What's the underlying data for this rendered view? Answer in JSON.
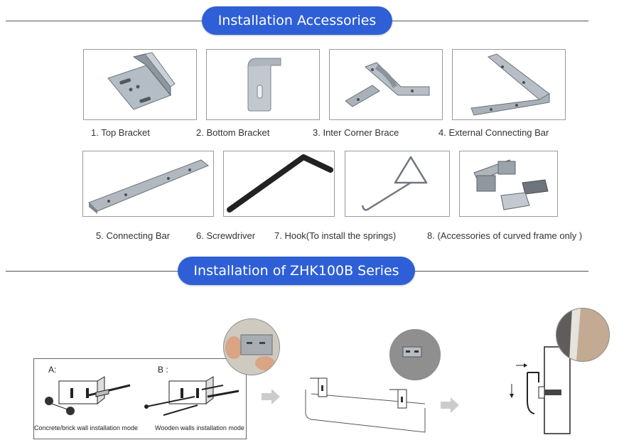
{
  "headers": {
    "accessories": "Installation Accessories",
    "installation": "Installation of ZHK100B Series"
  },
  "accessories": [
    {
      "caption": "1. Top Bracket",
      "icon": "top-bracket"
    },
    {
      "caption": "2. Bottom Bracket",
      "icon": "bottom-bracket"
    },
    {
      "caption": "3. Inter Corner Brace",
      "icon": "inter-corner-brace"
    },
    {
      "caption": "4. External Connecting Bar",
      "icon": "external-connecting-bar"
    },
    {
      "caption": "5. Connecting Bar",
      "icon": "connecting-bar"
    },
    {
      "caption": "6. Screwdriver",
      "icon": "screwdriver"
    },
    {
      "caption": "7. Hook(To install the springs)",
      "icon": "hook"
    },
    {
      "caption": "8. (Accessories of curved frame only )",
      "icon": "curved-frame-accessories"
    }
  ],
  "installation": {
    "mode_a_label": "A:",
    "mode_b_label": "B :",
    "mode_a_caption": "Concrete/brick wall installation mode",
    "mode_b_caption": "Wooden walls installation mode"
  },
  "colors": {
    "header_pill": "#2e5fd6",
    "arrow": "#cccccc",
    "metal": "#aab2bb"
  }
}
